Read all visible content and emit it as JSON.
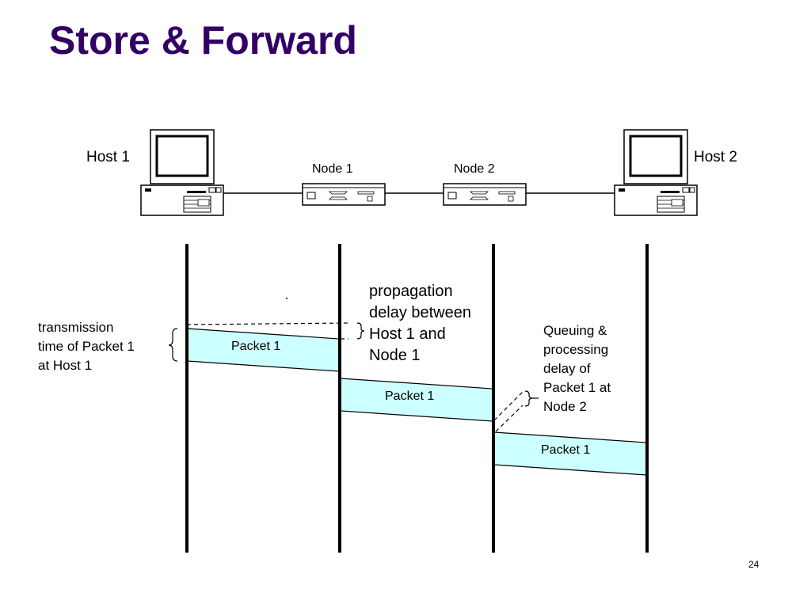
{
  "slide": {
    "title": "Store & Forward",
    "page_number": "24"
  },
  "nodes": {
    "host1": "Host 1",
    "host2": "Host 2",
    "node1": "Node 1",
    "node2": "Node 2"
  },
  "packets": [
    {
      "label": "Packet 1",
      "from": "Host 1",
      "to": "Node 1"
    },
    {
      "label": "Packet 1",
      "from": "Node 1",
      "to": "Node 2"
    },
    {
      "label": "Packet 1",
      "from": "Node 2",
      "to": "Host 2"
    }
  ],
  "annotations": {
    "transmission": "transmission\ntime of Packet 1\nat Host 1",
    "propagation": "propagation\ndelay between\nHost 1 and\nNode 1",
    "queuing": "Queuing &\nprocessing\ndelay of\nPacket 1 at\nNode 2"
  },
  "colors": {
    "title": "#330066",
    "packet_fill": "#ccffff",
    "line": "#000000"
  },
  "icons": {
    "host": "desktop-computer-icon",
    "router": "router-icon"
  }
}
